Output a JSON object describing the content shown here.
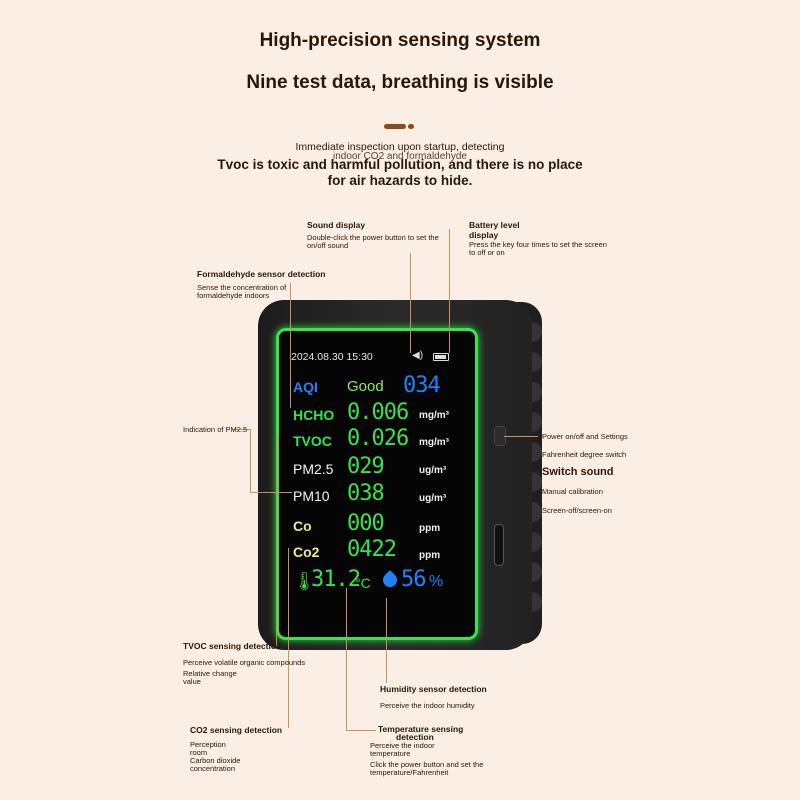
{
  "header": {
    "title1": "High-precision sensing system",
    "title2": "Nine test data, breathing is visible",
    "intro1": "Immediate inspection upon startup, detecting",
    "intro2": "indoor CO2 and formaldehyde",
    "intro3": "Tvoc is toxic and harmful pollution, and there is no place",
    "intro4": "for air hazards to hide."
  },
  "screen": {
    "datetime": "2024.08.30 15:30",
    "rows": [
      {
        "label": "AQI",
        "value": "034",
        "extra": "Good",
        "unit": ""
      },
      {
        "label": "HCHO",
        "value": "0.006",
        "unit": "mg/m³"
      },
      {
        "label": "TVOC",
        "value": "0.026",
        "unit": "mg/m³"
      },
      {
        "label": "PM2.5",
        "value": "029",
        "unit": "ug/m³"
      },
      {
        "label": "PM10",
        "value": "038",
        "unit": "ug/m³"
      },
      {
        "label": "Co",
        "value": "000",
        "unit": "ppm"
      },
      {
        "label": "Co2",
        "value": "0422",
        "unit": "ppm"
      }
    ],
    "temperature": "31.2",
    "temp_unit": "°C",
    "humidity": "56",
    "humidity_unit": "%"
  },
  "annotations": {
    "sound_h": "Sound display",
    "sound_s1": "Double-click the power button to set the",
    "sound_s2": "on/off sound",
    "battery_h1": "Battery level",
    "battery_h2": "display",
    "battery_s1": "Press the key four times to set the screen",
    "battery_s2": "to off or on",
    "hcho_h": "Formaldehyde sensor detection",
    "hcho_s1": "Sense the concentration of",
    "hcho_s2": "formaldehyde indoors",
    "pm_h": "Indication of PM2.5",
    "power_1": "Power on/off and Settings",
    "power_2": "Fahrenheit degree switch",
    "power_3": "Switch sound",
    "power_4": "Manual calibration",
    "power_5": "Screen-off/screen-on",
    "tvoc_h": "TVOC sensing detection",
    "tvoc_s1": "Perceive volatile organic compounds",
    "tvoc_s2": "Relative change",
    "tvoc_s3": "value",
    "hum_h": "Humidity sensor detection",
    "hum_s": "Perceive the indoor humidity",
    "co2_h": "CO2 sensing detection",
    "co2_s1": "Perception",
    "co2_s2": "room",
    "co2_s3": "Carbon dioxide",
    "co2_s4": "concentration",
    "temp_h1": "Temperature sensing",
    "temp_h2": "detection",
    "temp_s1": "Perceive the indoor",
    "temp_s2": "temperature",
    "temp_s3": "Click the power button and set the",
    "temp_s4": "temperature/Fahrenheit"
  },
  "colors": {
    "background": "#fbeee4",
    "accent": "#8c4d1e",
    "screen_border": "#39e34a",
    "lcd_blue": "#1e82ff",
    "lcd_green": "#38e24a"
  }
}
